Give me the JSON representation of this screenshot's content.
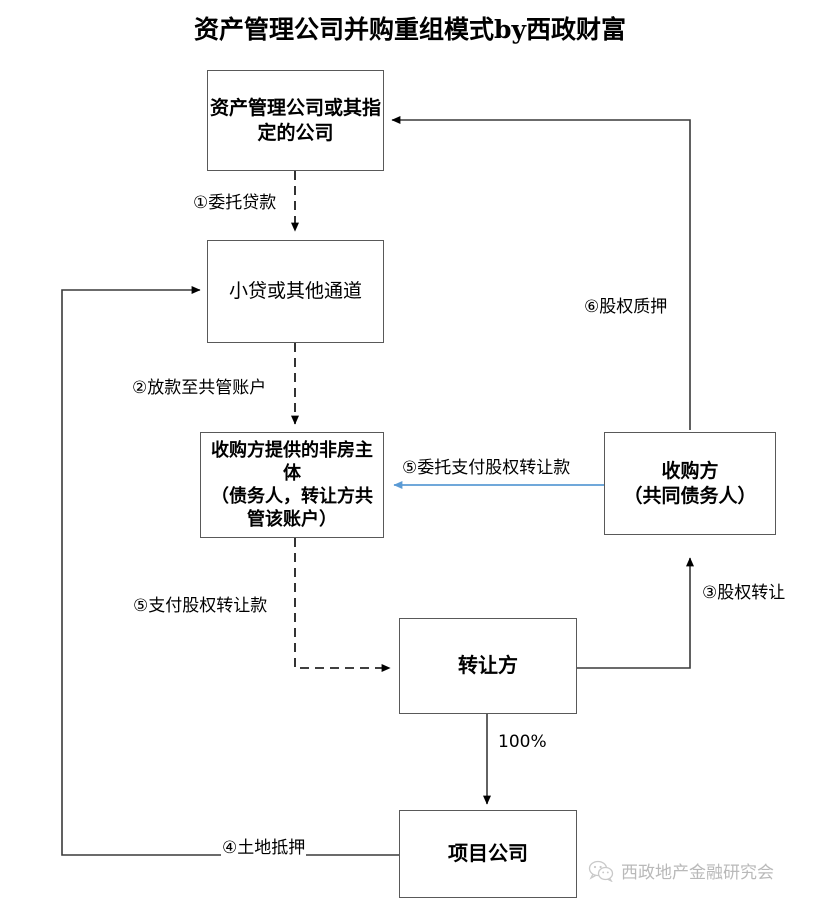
{
  "title": "资产管理公司并购重组模式by西政财富",
  "nodes": {
    "amc": "资产管理公司或其指\n定的公司",
    "channel": "小贷或其他通道",
    "nonhouse": "收购方提供的非房主\n体\n（债务人，转让方共\n管该账户）",
    "acquirer": "收购方\n（共同债务人）",
    "transferor": "转让方",
    "project": "项目公司"
  },
  "edges": {
    "e1": "①委托贷款",
    "e2": "②放款至共管账户",
    "e3": "③股权转让",
    "e4": "④土地抵押",
    "e5_left": "⑤支付股权转让款",
    "e5_blue": "⑤委托支付股权转让款",
    "e6": "⑥股权质押",
    "ownership": "100%"
  },
  "watermark": {
    "text": "西政地产金融研究会",
    "icon": "wechat-icon"
  },
  "colors": {
    "stroke": "#3a3a3a",
    "box_border": "#595959",
    "blue_arrow": "#5b9bd5",
    "text": "#000000",
    "watermark": "#b9b9b9"
  }
}
